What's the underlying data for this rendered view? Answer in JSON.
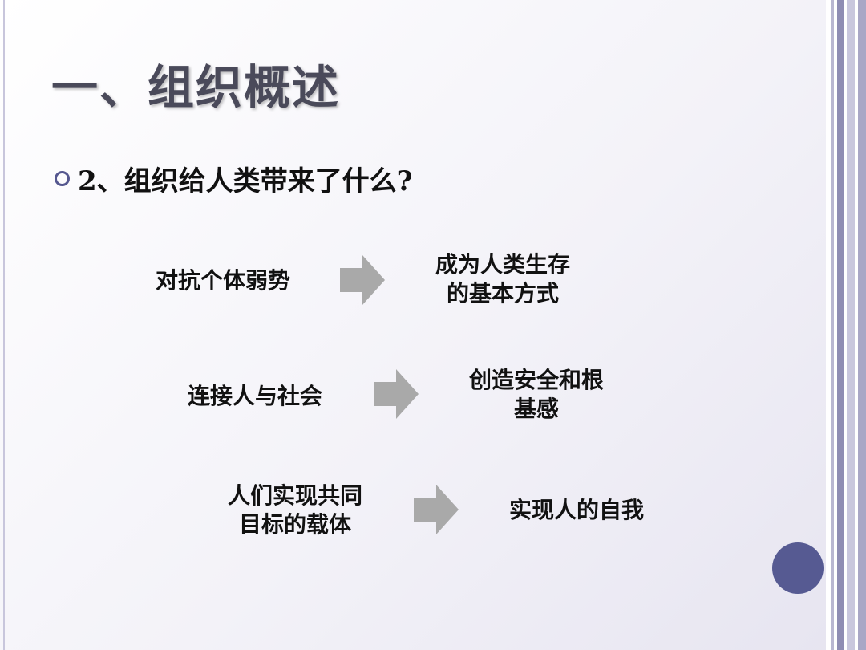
{
  "slide": {
    "title": "一、组织概述",
    "bullet": "2、组织给人类带来了什么?",
    "rows": [
      {
        "left": "对抗个体弱势",
        "right": "成为人类生存\n的基本方式"
      },
      {
        "left": "连接人与社会",
        "right": "创造安全和根\n基感"
      },
      {
        "left": "人们实现共同\n目标的载体",
        "right": "实现人的自我"
      }
    ]
  },
  "colors": {
    "accent": "#55578f",
    "arrow": "#a9a9a9",
    "title": "#4a4a5a"
  },
  "icons": [
    "ring-bullet-icon",
    "right-arrow-icon",
    "decorative-circle"
  ]
}
